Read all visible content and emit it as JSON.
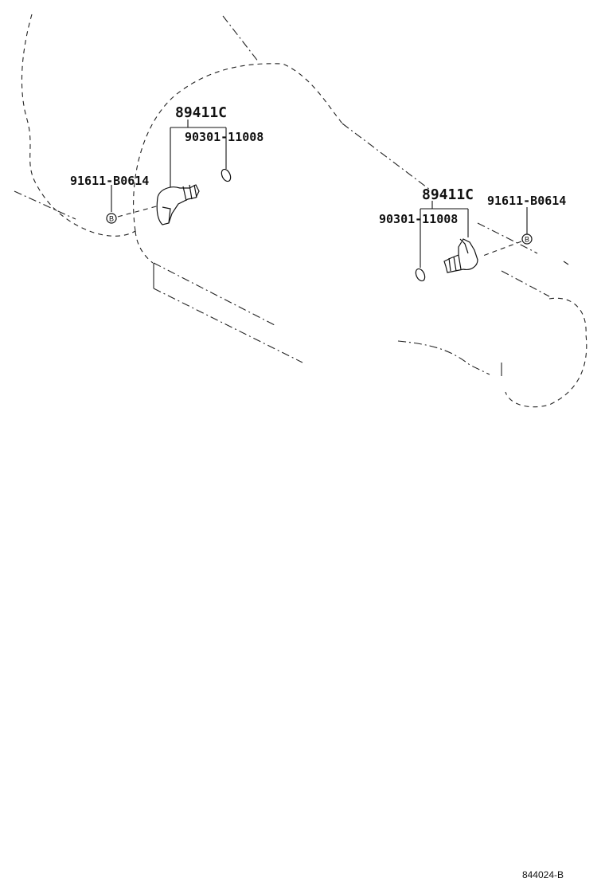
{
  "diagram": {
    "left_assembly": {
      "sensor_part_number": "89411C",
      "gasket_part_number": "90301-11008",
      "bolt_part_number": "91611-B0614",
      "bolt_marker": "B"
    },
    "right_assembly": {
      "sensor_part_number": "89411C",
      "gasket_part_number": "90301-11008",
      "bolt_part_number": "91611-B0614",
      "bolt_marker": "B"
    },
    "reference_code": "844024-B"
  }
}
